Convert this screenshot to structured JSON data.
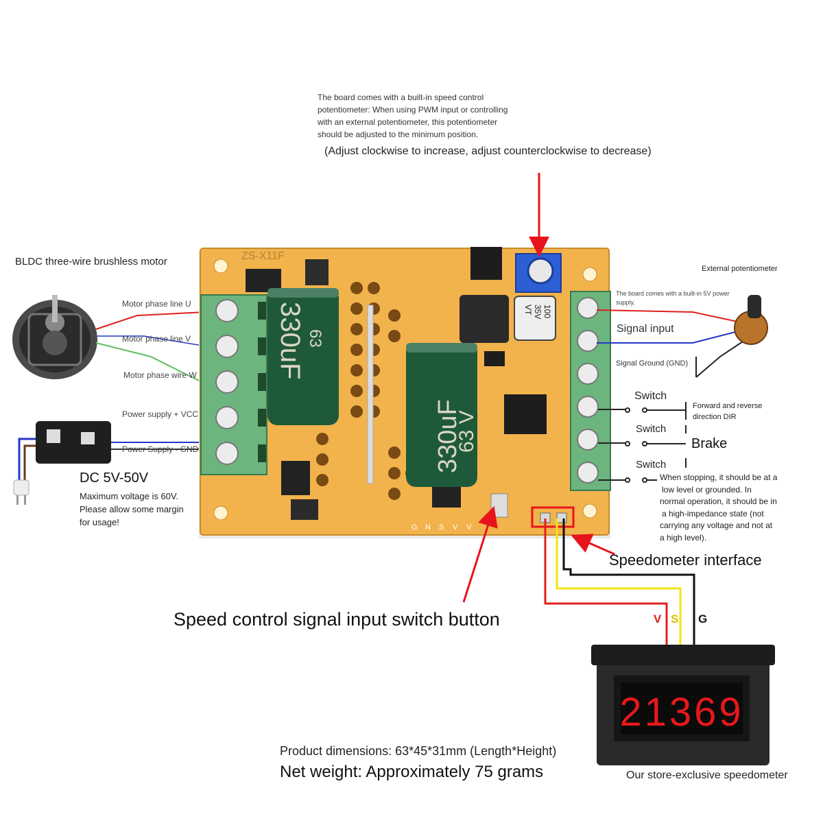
{
  "top_note": {
    "lines": [
      "The board comes with a built-in speed control",
      "potentiometer: When using PWM input or controlling",
      "with an external potentiometer, this potentiometer",
      "should be adjusted to the minimum position."
    ],
    "adjust": "(Adjust clockwise to increase, adjust counterclockwise to decrease)"
  },
  "motor": {
    "title": "BLDC three-wire brushless motor",
    "phase_u": "Motor phase line U",
    "phase_v": "Motor phase line V",
    "phase_w": "Motor phase wire W",
    "vcc": "Power supply + VCC",
    "gnd": "Power Supply - GND"
  },
  "power": {
    "voltage": "DC 5V-50V",
    "note_lines": [
      "Maximum voltage is 60V.",
      "Please allow some margin",
      "for usage!"
    ]
  },
  "board": {
    "model": "ZS-X11F",
    "cap1": "330uF",
    "cap1_v": "63",
    "cap2": "330uF",
    "cap2_v": "63 V",
    "small_cap": [
      "100",
      "35V",
      "VT"
    ],
    "pin_labels": [
      "G",
      "N",
      "S",
      "V",
      "V"
    ]
  },
  "right": {
    "ext_pot": "External potentiometer",
    "supply_note_lines": [
      "The board comes with a built-in 5V power",
      "supply."
    ],
    "signal_input": "Signal input",
    "signal_gnd": "Signal Ground (GND)",
    "switch": "Switch",
    "dir_lines": [
      "Forward and reverse",
      "direction DIR"
    ],
    "brake": "Brake",
    "stop_note_lines": [
      "When stopping, it should be at a",
      "low level or grounded. In",
      "normal operation, it should be in",
      "a high-impedance state (not",
      "carrying any voltage and not at",
      "a high level)."
    ]
  },
  "speedometer": {
    "interface": "Speedometer interface",
    "v": "V",
    "s": "S",
    "g": "G",
    "display": "21369",
    "caption": "Our store-exclusive speedometer"
  },
  "button_label": "Speed control signal input switch button",
  "product": {
    "dimensions": "Product dimensions: 63*45*31mm (Length*Height)",
    "weight": "Net weight: Approximately 75 grams"
  },
  "colors": {
    "arrow": "#e8141b",
    "board": "#f2b34c",
    "terminal": "#6cb57f",
    "capacitor": "#1e5a3a",
    "wire_red": "#e0201d",
    "wire_yellow": "#f3e312",
    "wire_blue": "#2637c8",
    "display_digit": "#e8181b"
  }
}
